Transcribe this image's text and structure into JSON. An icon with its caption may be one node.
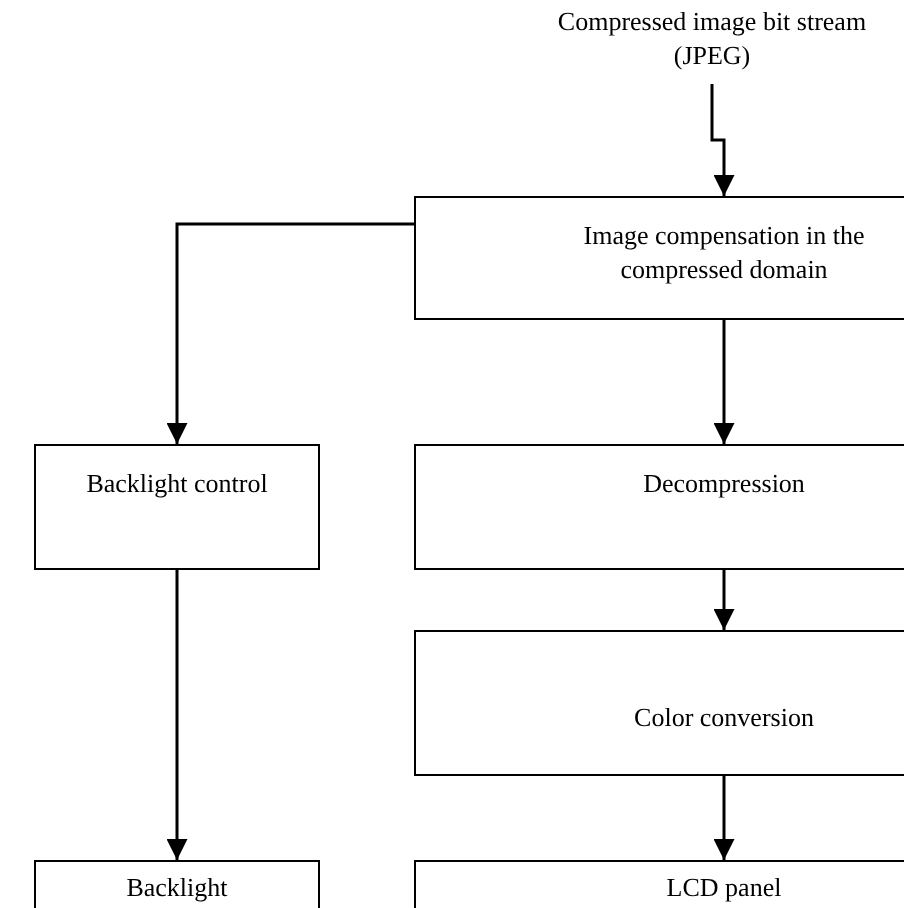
{
  "diagram": {
    "nodes": [
      {
        "text": [
          "Compressed image bit stream (JPEG)"
        ]
      },
      {
        "text": [
          "Image compensation in the compressed domain"
        ]
      },
      {
        "text": [
          "Backlight control"
        ]
      },
      {
        "text": [
          "Decompression"
        ]
      },
      {
        "text": [
          "Color conversion"
        ]
      },
      {
        "text": [
          "Backlight"
        ]
      },
      {
        "text": [
          "LCD panel"
        ]
      }
    ],
    "edges": [
      {
        "from": 0,
        "to": 1,
        "arrow": "to"
      },
      {
        "from": 1,
        "to": 2,
        "arrow": "to"
      },
      {
        "from": 1,
        "to": 3,
        "arrow": "to"
      },
      {
        "from": 3,
        "to": 4,
        "arrow": "to"
      },
      {
        "from": 2,
        "to": 5,
        "arrow": "to"
      },
      {
        "from": 4,
        "to": 6,
        "arrow": "to"
      }
    ]
  }
}
